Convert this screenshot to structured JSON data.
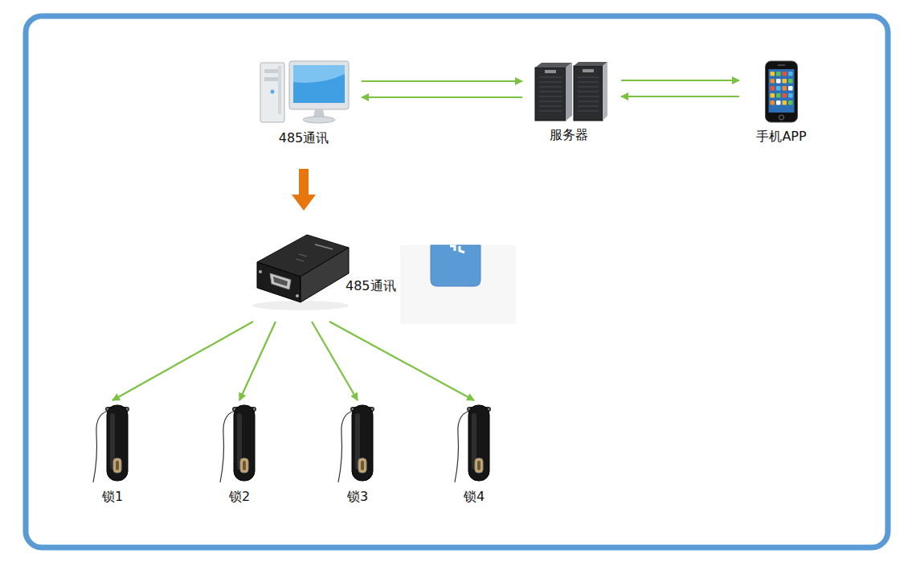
{
  "diagram": {
    "nodes": [
      {
        "text": [
          "485通讯"
        ]
      },
      {
        "text": [
          "服务器"
        ]
      },
      {
        "text": [
          "手机APP"
        ]
      },
      {
        "text": [
          "485通讯"
        ]
      },
      {
        "text": [
          "锁1"
        ]
      },
      {
        "text": [
          "锁2"
        ]
      },
      {
        "text": [
          "锁3"
        ]
      },
      {
        "text": [
          "锁4"
        ]
      }
    ],
    "edges": [
      {
        "from": 0,
        "to": 1,
        "arrow": "to"
      },
      {
        "from": 1,
        "to": 0,
        "arrow": "to"
      },
      {
        "from": 1,
        "to": 2,
        "arrow": "to"
      },
      {
        "from": 2,
        "to": 1,
        "arrow": "to"
      },
      {
        "from": 0,
        "to": 3,
        "arrow": "to"
      },
      {
        "from": 3,
        "to": 4,
        "arrow": "to"
      },
      {
        "from": 3,
        "to": 5,
        "arrow": "to"
      },
      {
        "from": 3,
        "to": 6,
        "arrow": "to"
      },
      {
        "from": 3,
        "to": 7,
        "arrow": "to"
      }
    ]
  }
}
